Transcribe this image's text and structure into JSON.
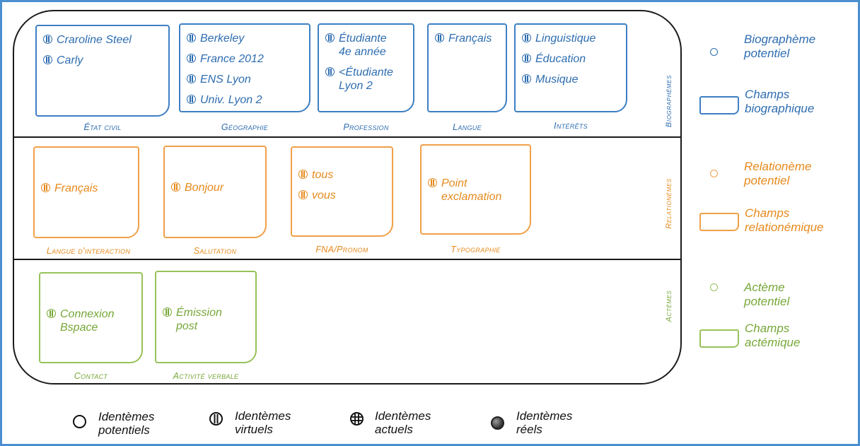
{
  "colors": {
    "blue": "#2e6db0",
    "orange": "#e68a1c",
    "green": "#77a738",
    "frame": "#4a8fd0"
  },
  "icons": {
    "virtual": "circle-with-two-bars-icon",
    "potential": "empty-circle-icon",
    "actual": "circle-with-grid-icon",
    "real": "filled-gray-circle-icon"
  },
  "rows": {
    "biographemes": "Biographèmes",
    "relationemes": "Relationèmes",
    "actemes": "Actèmes"
  },
  "fields": {
    "etat_civil": {
      "caption": "État civil",
      "items": [
        "Craroline Steel",
        "Carly"
      ]
    },
    "geographie": {
      "caption": "Géographie",
      "items": [
        "Berkeley",
        "France 2012",
        "ENS Lyon",
        "Univ. Lyon 2"
      ]
    },
    "profession": {
      "caption": "Profession",
      "items": [
        "Étudiante\n4e année",
        "<Étudiante\nLyon 2"
      ]
    },
    "langue": {
      "caption": "Langue",
      "items": [
        "Français"
      ]
    },
    "interets": {
      "caption": "Intérêts",
      "items": [
        "Linguistique",
        "Éducation",
        "Musique"
      ]
    },
    "langue_interaction": {
      "caption": "Langue d'interaction",
      "items": [
        "Français"
      ]
    },
    "salutation": {
      "caption": "Salutation",
      "items": [
        "Bonjour"
      ]
    },
    "fna_pronom": {
      "caption": "FNA/Pronom",
      "items": [
        "tous",
        "vous"
      ]
    },
    "typographie": {
      "caption": "Typographie",
      "items": [
        "Point\nexclamation"
      ]
    },
    "contact": {
      "caption": "Contact",
      "items": [
        "Connexion\nBspace"
      ]
    },
    "activite_verbale": {
      "caption": "Activité verbale",
      "items": [
        "Émission\npost"
      ]
    }
  },
  "legend": {
    "biographeme": "Biographème\npotentiel",
    "champs_bio": "Champs\nbiographique",
    "relationeme": "Relationème\npotentiel",
    "champs_rel": "Champs\nrelationémique",
    "acteme": "Actème\npotentiel",
    "champs_act": "Champs\nactémique"
  },
  "bottom_legend": {
    "potentiels": "Identèmes\npotentiels",
    "virtuels": "Identèmes\nvirtuels",
    "actuels": "Identèmes\nactuels",
    "reels": "Identèmes\nréels"
  }
}
